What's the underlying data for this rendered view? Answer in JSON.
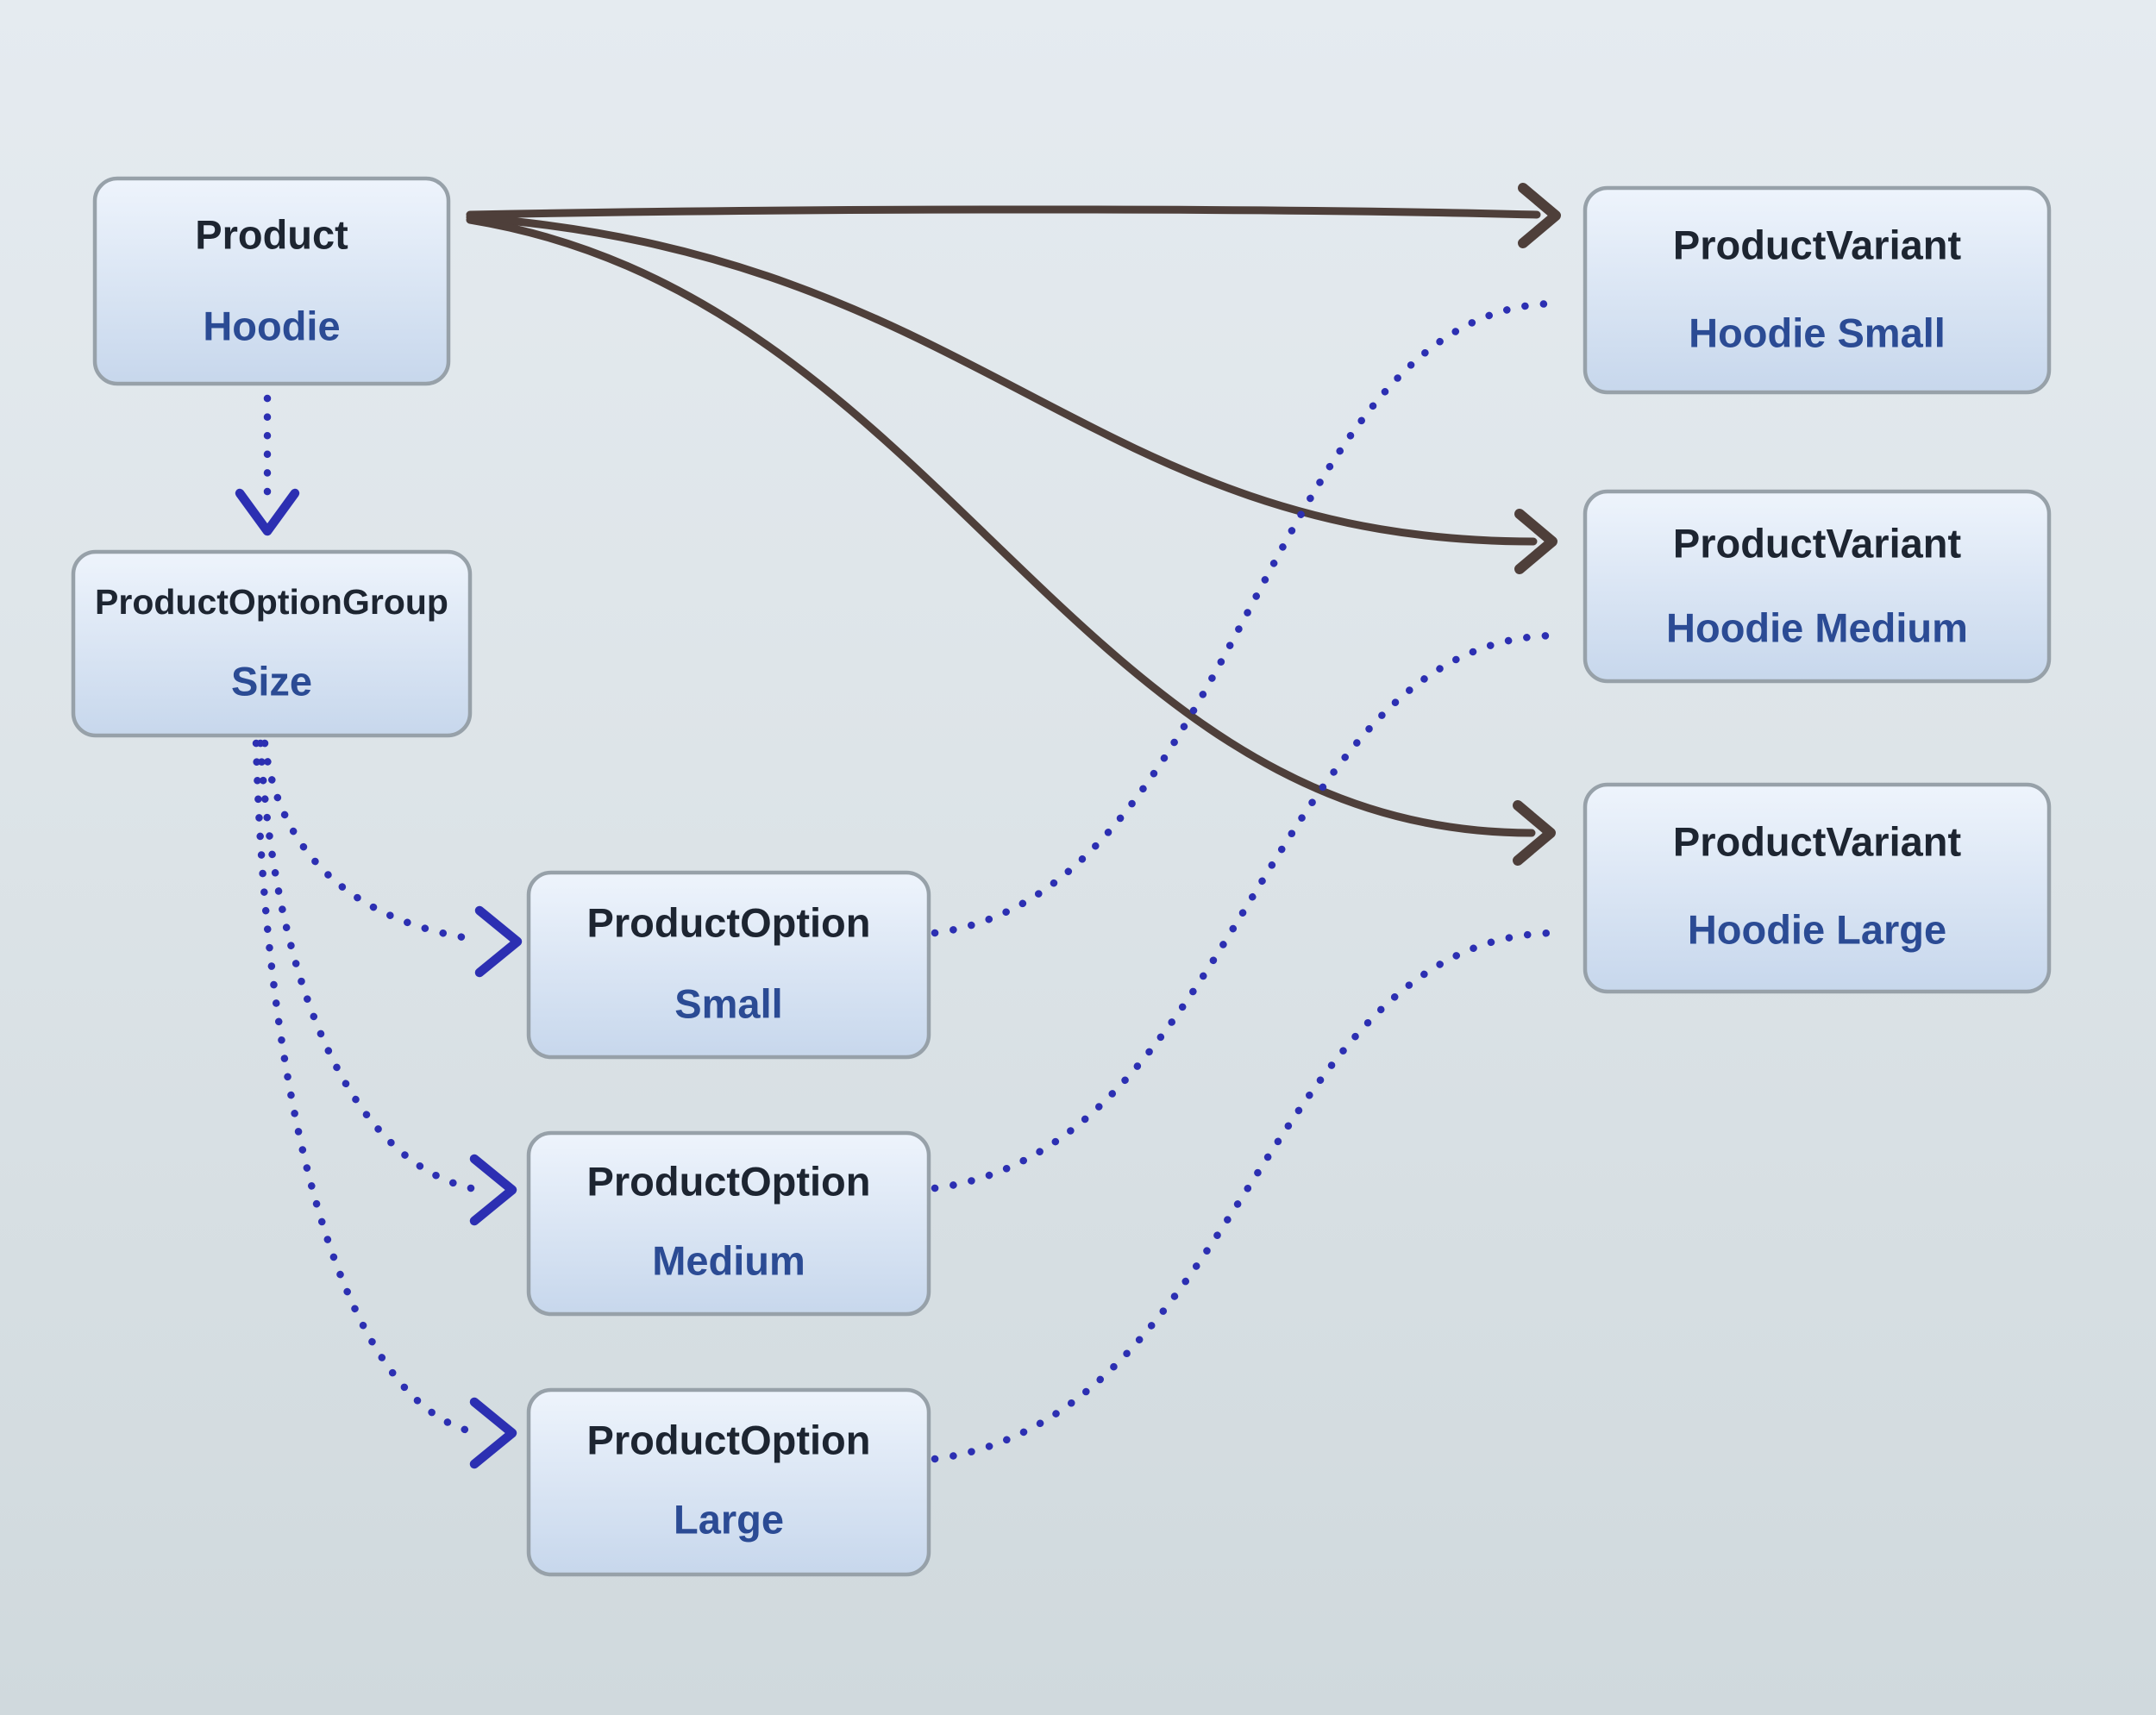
{
  "diagram": {
    "colors": {
      "solid-edge": "#4e3f3a",
      "dotted-edge": "#2c2fb2",
      "node-border": "#97a1a9",
      "node-fill-top": "#eef4fc",
      "node-fill-bottom": "#c7d7ec",
      "node-title": "#1d2531",
      "node-value": "#2b4b94",
      "bg-top": "#e5ebf0",
      "bg-bottom": "#d0d9dd"
    },
    "nodes": {
      "product": {
        "type_label": "Product",
        "value": "Hoodie"
      },
      "option_group": {
        "type_label": "ProductOptionGroup",
        "value": "Size"
      },
      "option_small": {
        "type_label": "ProductOption",
        "value": "Small"
      },
      "option_medium": {
        "type_label": "ProductOption",
        "value": "Medium"
      },
      "option_large": {
        "type_label": "ProductOption",
        "value": "Large"
      },
      "variant_small": {
        "type_label": "ProductVariant",
        "value": "Hoodie Small"
      },
      "variant_medium": {
        "type_label": "ProductVariant",
        "value": "Hoodie Medium"
      },
      "variant_large": {
        "type_label": "ProductVariant",
        "value": "Hoodie Large"
      }
    },
    "edges": [
      {
        "from": "product",
        "to": "variant_small",
        "style": "solid"
      },
      {
        "from": "product",
        "to": "variant_medium",
        "style": "solid"
      },
      {
        "from": "product",
        "to": "variant_large",
        "style": "solid"
      },
      {
        "from": "product",
        "to": "option_group",
        "style": "dotted"
      },
      {
        "from": "option_group",
        "to": "option_small",
        "style": "dotted"
      },
      {
        "from": "option_group",
        "to": "option_medium",
        "style": "dotted"
      },
      {
        "from": "option_group",
        "to": "option_large",
        "style": "dotted"
      },
      {
        "from": "option_small",
        "to": "variant_small",
        "style": "dotted"
      },
      {
        "from": "option_medium",
        "to": "variant_medium",
        "style": "dotted"
      },
      {
        "from": "option_large",
        "to": "variant_large",
        "style": "dotted"
      }
    ]
  }
}
